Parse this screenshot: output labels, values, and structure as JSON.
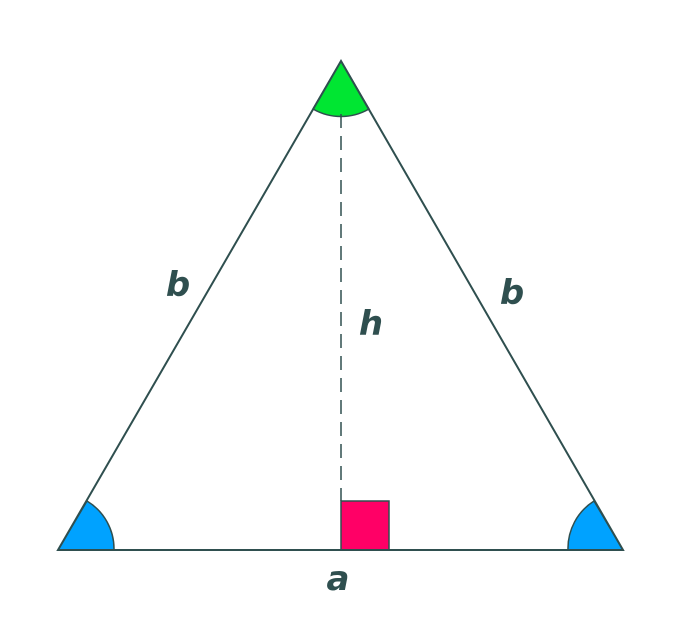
{
  "labels": {
    "left_side": "b",
    "right_side": "b",
    "height": "h",
    "base": "a"
  },
  "colors": {
    "outline": "#2f4f4f",
    "apex_angle": "#00e632",
    "base_angles": "#00a2ff",
    "right_angle_marker": "#ff0066",
    "label_text": "#2f4f4f",
    "background": "#ffffff"
  }
}
